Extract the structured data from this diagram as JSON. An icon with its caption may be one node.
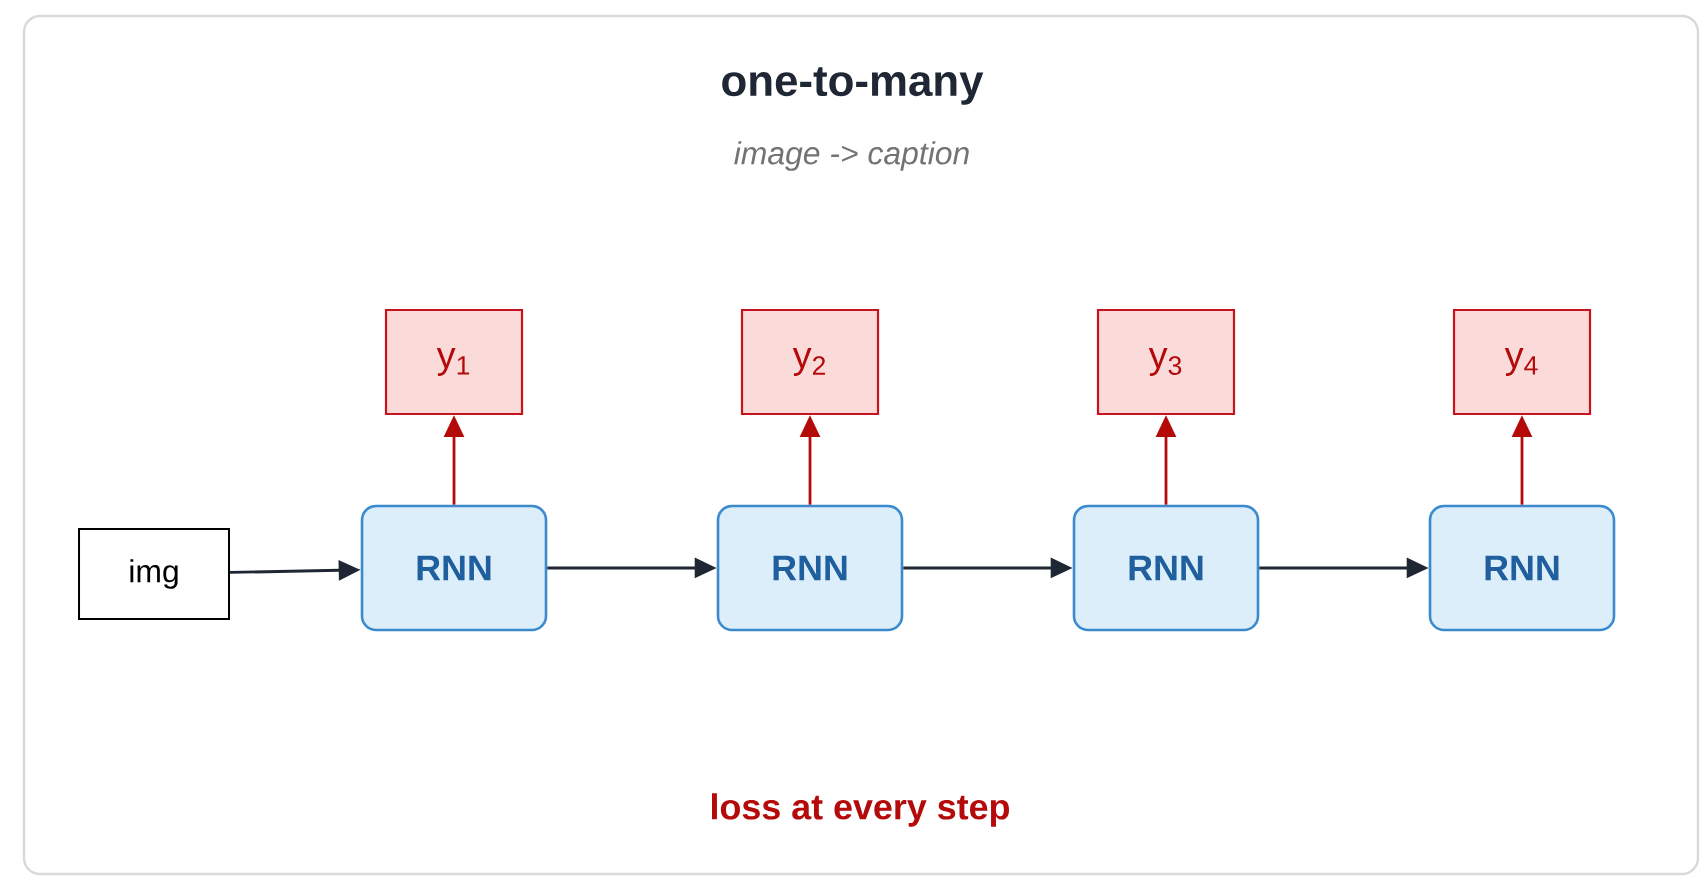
{
  "diagram": {
    "title": "one-to-many",
    "nodes": [
      {
        "text": [
          "img"
        ]
      },
      {
        "text": [
          "RNN"
        ]
      },
      {
        "text": [
          "RNN"
        ]
      },
      {
        "text": [
          "RNN"
        ]
      },
      {
        "text": [
          "RNN"
        ]
      },
      {
        "text": [
          "y$_{1}$"
        ]
      },
      {
        "text": [
          "y$_{2}$"
        ]
      },
      {
        "text": [
          "y$_{3}$"
        ]
      },
      {
        "text": [
          "y$_{4}$"
        ]
      }
    ],
    "edges": [
      {
        "from": 0,
        "to": 1,
        "arrow": "to"
      },
      {
        "from": 1,
        "to": 2,
        "arrow": "to"
      },
      {
        "from": 2,
        "to": 3,
        "arrow": "to"
      },
      {
        "from": 3,
        "to": 4,
        "arrow": "to"
      },
      {
        "from": 1,
        "to": 5,
        "arrow": "to",
        "color": "#b40a0a"
      },
      {
        "from": 2,
        "to": 6,
        "arrow": "to",
        "color": "#b40a0a"
      },
      {
        "from": 3,
        "to": 7,
        "arrow": "to",
        "color": "#b40a0a"
      },
      {
        "from": 4,
        "to": 8,
        "arrow": "to",
        "color": "#b40a0a"
      }
    ],
    "labels": [
      "image -> caption",
      "loss at every step"
    ]
  }
}
